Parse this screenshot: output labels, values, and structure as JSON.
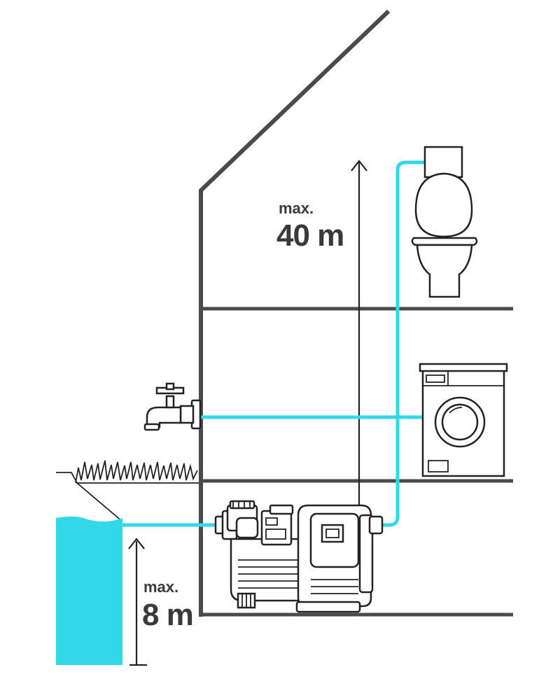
{
  "labels": {
    "house_max_prefix": "max.",
    "house_max_value": "40 m",
    "well_max_prefix": "max.",
    "well_max_value": "8 m"
  },
  "colors": {
    "water": "#33d8e8",
    "wall": "#4a4a4a",
    "line": "#222222",
    "text": "#3a3a3a"
  },
  "icons": [
    "faucet-icon",
    "toilet-icon",
    "washing-machine-icon",
    "garden-pump-icon",
    "grass-icon",
    "water-tank-icon"
  ]
}
